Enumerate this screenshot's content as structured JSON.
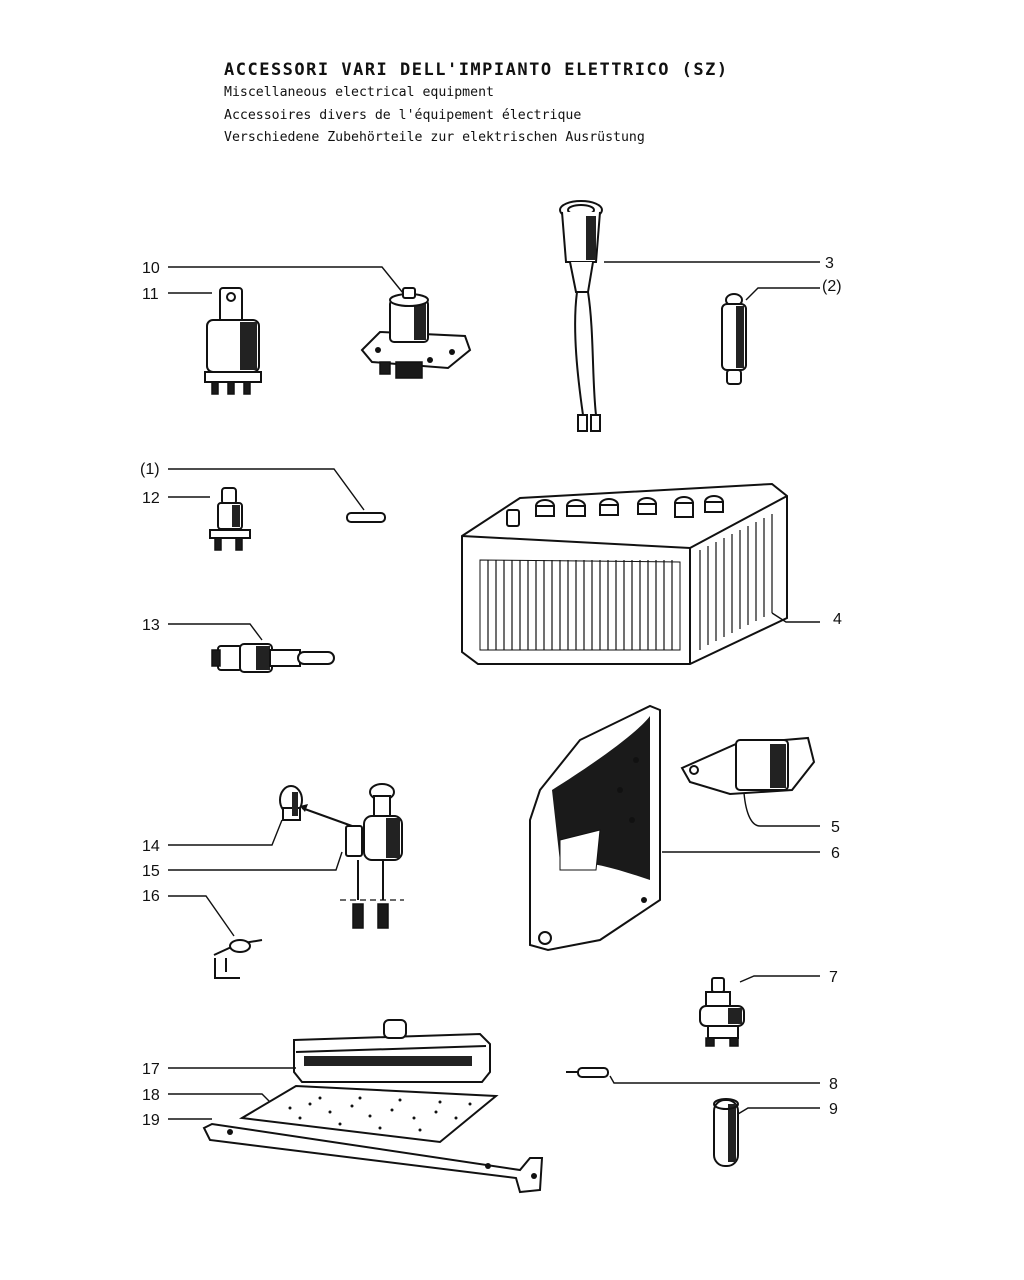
{
  "title": {
    "main": "ACCESSORI VARI DELL'IMPIANTO ELETTRICO (SZ)",
    "english": "Miscellaneous electrical equipment",
    "french": "Accessoires divers de l'équipement électrique",
    "german": "Verschiedene Zubehörteile zur elektrischen Ausrüstung"
  },
  "callouts": {
    "c1": "(1)",
    "c2": "(2)",
    "c3": "3",
    "c4": "4",
    "c5": "5",
    "c6": "6",
    "c7": "7",
    "c8": "8",
    "c9": "9",
    "c10": "10",
    "c11": "11",
    "c12": "12",
    "c13": "13",
    "c14": "14",
    "c15": "15",
    "c16": "16",
    "c17": "17",
    "c18": "18",
    "c19": "19"
  }
}
